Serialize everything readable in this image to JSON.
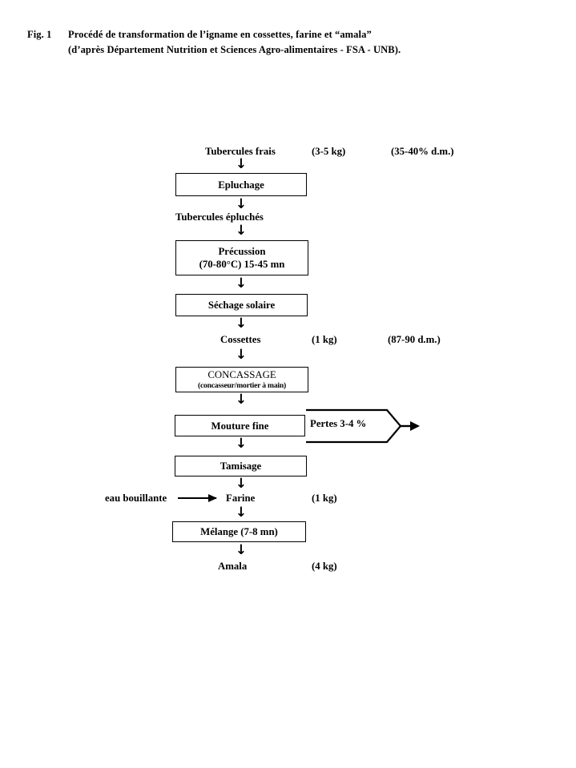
{
  "caption": {
    "fig_number": "Fig. 1",
    "line1": "Procédé de transformation de l’igname en cossettes, farine et “amala”",
    "line2": "(d’après Département Nutrition et Sciences Agro-alimentaires - FSA - UNB)."
  },
  "diagram": {
    "title": "Procédé de transformation de l’igname",
    "type": "flowchart",
    "orientation": "vertical",
    "arrow_glyph": "↓",
    "stroke_color": "#000000",
    "background_color": "#ffffff",
    "steps": [
      {
        "id": "tubercules-frais",
        "label": "Tubercules frais",
        "shape": "plain",
        "quantity": "(3-5 kg)",
        "dry_matter": "(35-40% d.m.)"
      },
      {
        "id": "epluchage",
        "label": "Epluchage",
        "shape": "box"
      },
      {
        "id": "tubercules-epluches",
        "label": "Tubercules épluchés",
        "shape": "plain"
      },
      {
        "id": "precussion",
        "label": "Précussion",
        "shape": "box",
        "sub": "(70-80°C) 15-45 mn"
      },
      {
        "id": "sechage-solaire",
        "label": "Séchage solaire",
        "shape": "box"
      },
      {
        "id": "cossettes",
        "label": "Cossettes",
        "shape": "plain",
        "quantity": "(1 kg)",
        "dry_matter": "(87-90 d.m.)"
      },
      {
        "id": "concassage",
        "label": "CONCASSAGE",
        "shape": "box",
        "sub": "(concasseur/mortier à main)"
      },
      {
        "id": "mouture-fine",
        "label": "Mouture fine",
        "shape": "box"
      },
      {
        "id": "tamisage",
        "label": "Tamisage",
        "shape": "box"
      },
      {
        "id": "farine",
        "label": "Farine",
        "shape": "plain",
        "quantity": "(1 kg)"
      },
      {
        "id": "melange",
        "label": "Mélange (7-8 mn)",
        "shape": "box"
      },
      {
        "id": "amala",
        "label": "Amala",
        "shape": "plain",
        "quantity": "(4 kg)"
      }
    ],
    "side_inputs": [
      {
        "id": "eau-bouillante",
        "label": "eau bouillante",
        "target": "farine",
        "direction": "right"
      }
    ],
    "side_outputs": [
      {
        "id": "pertes",
        "label": "Pertes 3-4 %",
        "source": "mouture-fine",
        "direction": "right",
        "shape": "chevron"
      }
    ]
  }
}
